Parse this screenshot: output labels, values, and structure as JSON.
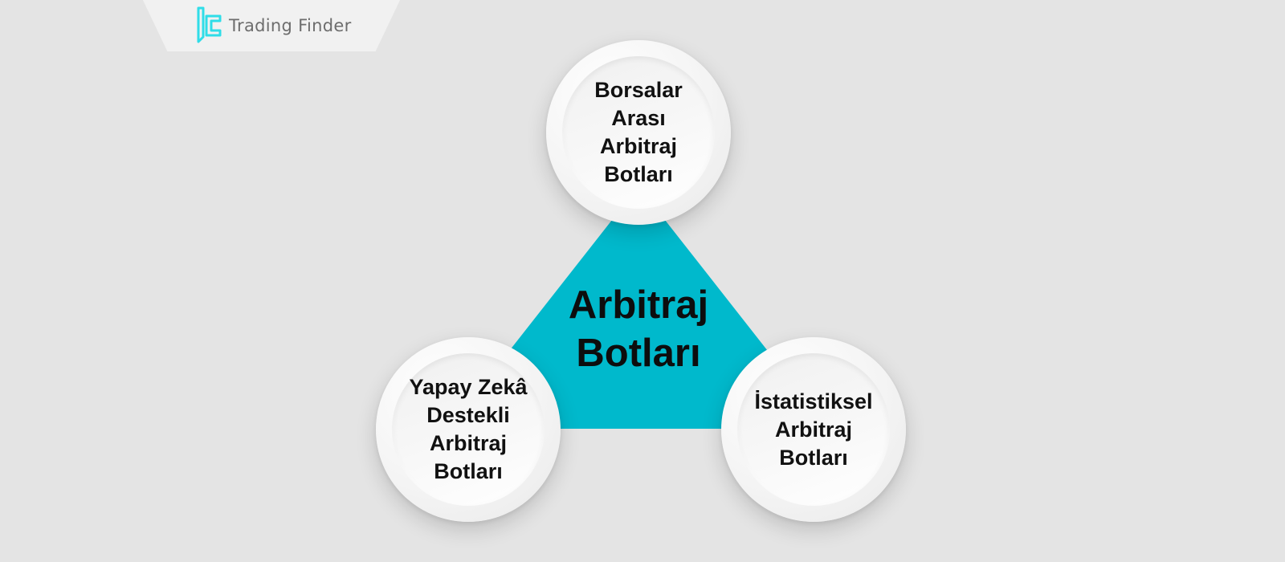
{
  "logo": {
    "text": "Trading Finder",
    "icon": "trading-finder-logo-icon"
  },
  "colors": {
    "background": "#e4e4e4",
    "triangle": "#00b9cc",
    "logo_icon": "#2fdde8",
    "text": "#111111"
  },
  "diagram": {
    "center_label": "Arbitraj\nBotları",
    "nodes": [
      {
        "id": "top",
        "label": "Borsalar\nArası\nArbitraj\nBotları"
      },
      {
        "id": "left",
        "label": "Yapay Zekâ\nDestekli\nArbitraj\nBotları"
      },
      {
        "id": "right",
        "label": "İstatistiksel\nArbitraj\nBotları"
      }
    ]
  }
}
